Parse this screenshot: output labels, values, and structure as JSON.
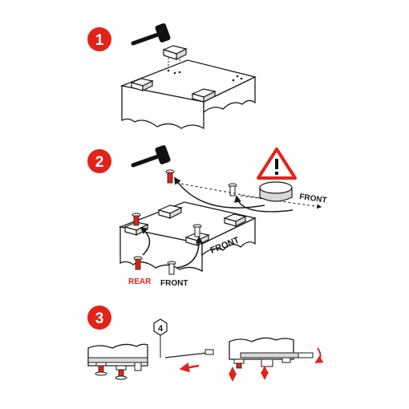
{
  "steps": [
    {
      "number": "1"
    },
    {
      "number": "2",
      "front_label_box": "FRONT",
      "front_label_arrow": "FRONT",
      "rear_label": "REAR",
      "front_label_pin": "FRONT"
    },
    {
      "number": "3",
      "hex_label": "4"
    }
  ],
  "colors": {
    "accent_red": "#e2231a",
    "line": "#1a1a1a",
    "mallet_head": "#111111",
    "panel_fill": "#ffffff",
    "shade": "#d9d9d9"
  },
  "icons": {
    "warning": "warning-triangle-icon",
    "mallet": "mallet-icon",
    "rotate": "rotate-arrow-icon",
    "move": "move-arrow-icon"
  }
}
